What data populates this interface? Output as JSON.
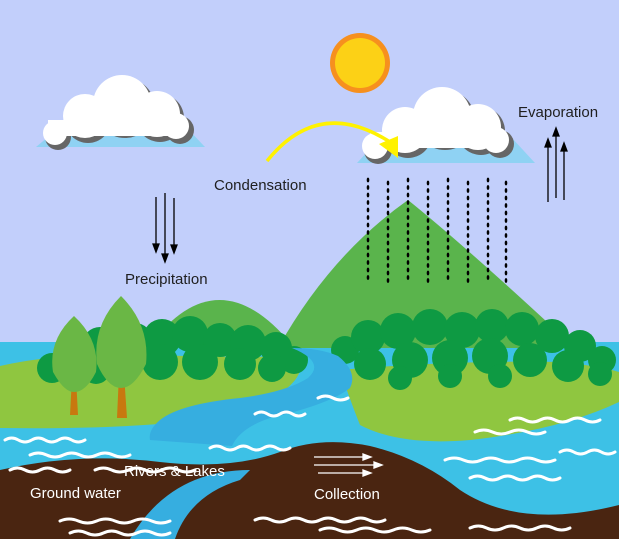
{
  "labels": {
    "evaporation": "Evaporation",
    "condensation": "Condensation",
    "precipitation": "Precipitation",
    "rivers_lakes": "Rivers & Lakes",
    "ground_water": "Ground water",
    "collection": "Collection"
  },
  "colors": {
    "sky": "#c2cffb",
    "sun_core": "#fcd116",
    "sun_ring": "#f6901e",
    "cloud": "#ffffff",
    "cloud_shade": "#666666",
    "cloud_base": "#8fd2f3",
    "sea": "#3dc1e6",
    "river": "#36aee0",
    "land": "#8fc640",
    "mountain": "#5ab44c",
    "bush": "#0e9a43",
    "tree": "#6ab745",
    "trunk": "#c8780f",
    "soil": "#4a2511",
    "wave": "#ffffff",
    "arrow": "#fff200"
  }
}
